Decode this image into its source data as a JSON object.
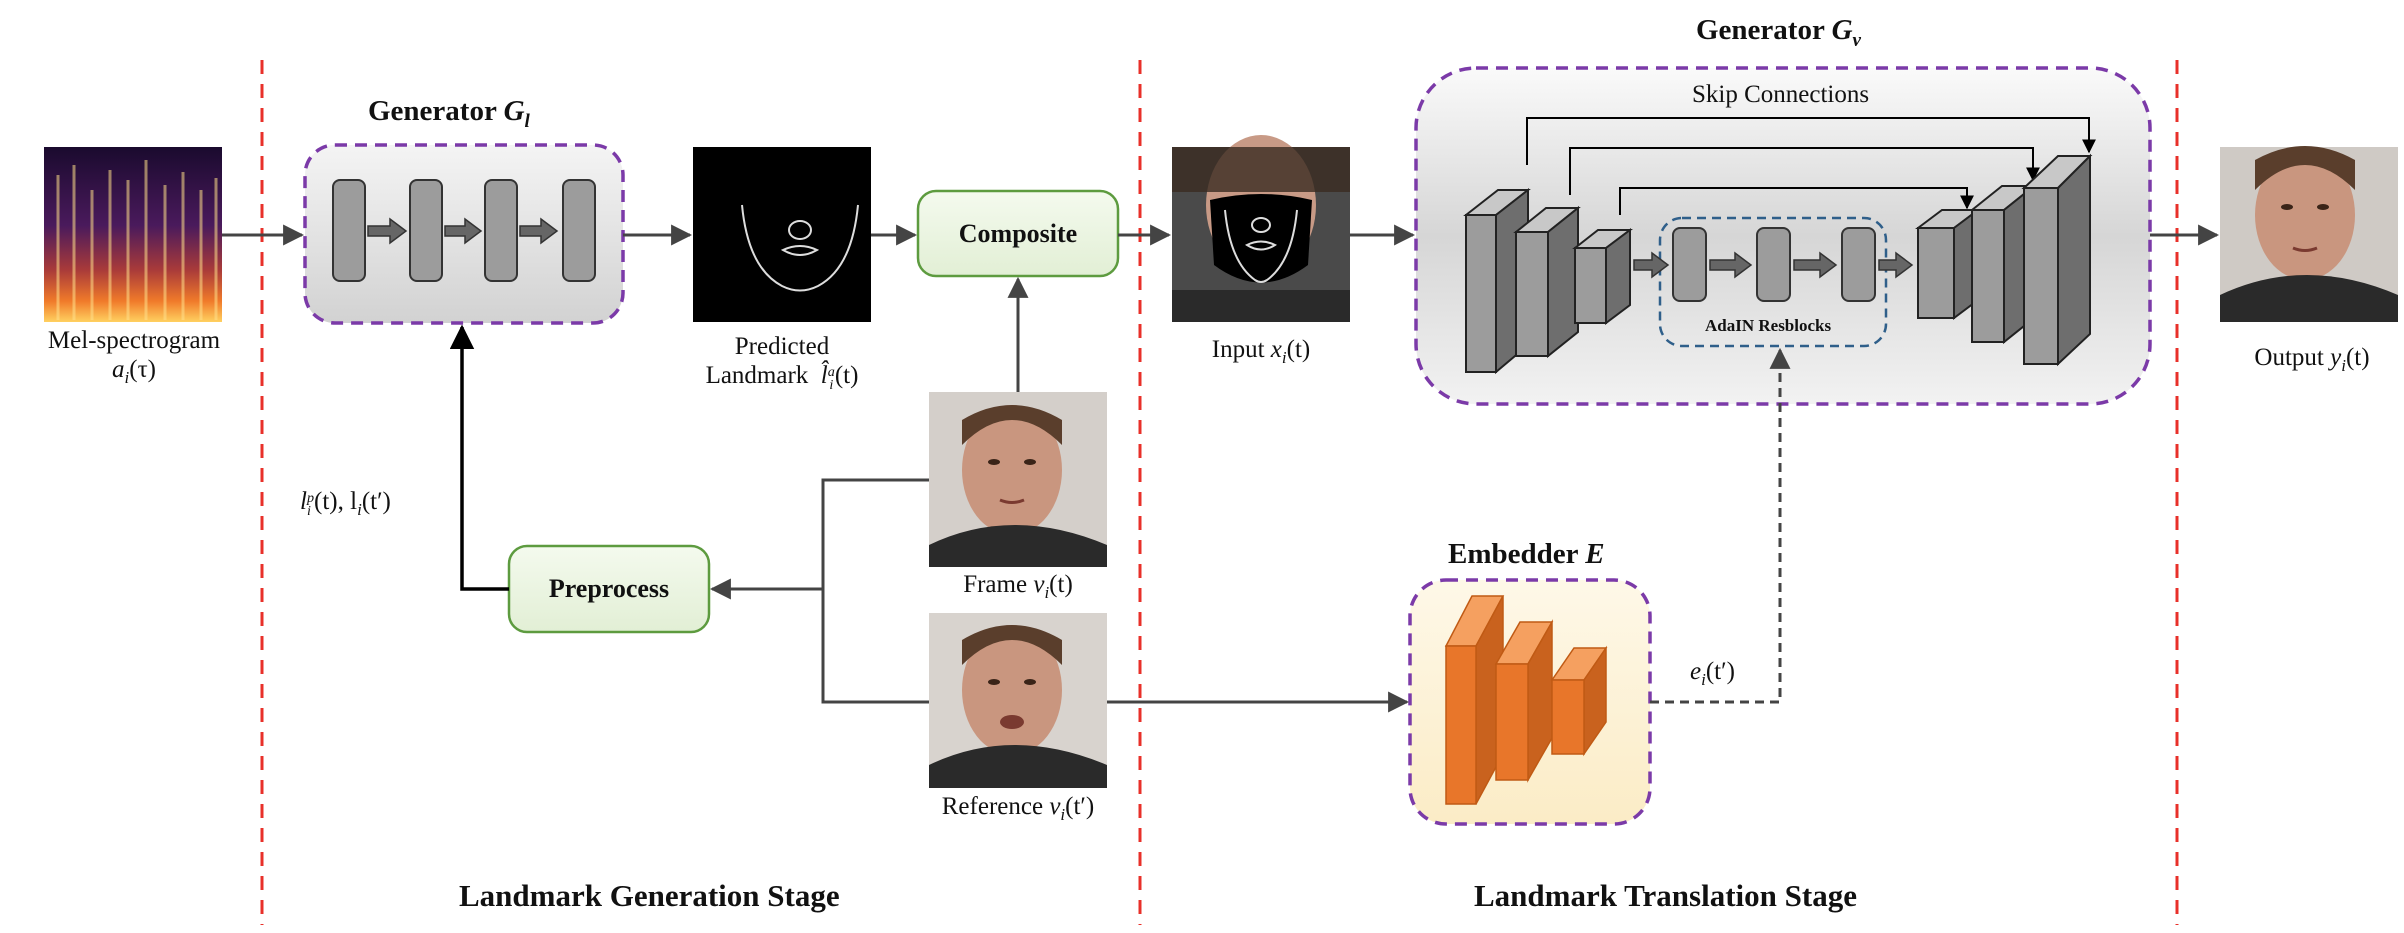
{
  "stages": {
    "left": "Landmark Generation Stage",
    "right": "Landmark Translation Stage"
  },
  "generator_l": {
    "title": "Generator",
    "symbol": "G",
    "subscript": "l"
  },
  "generator_v": {
    "title": "Generator",
    "symbol": "G",
    "subscript": "v"
  },
  "embedder": {
    "title": "Embedder",
    "symbol": "E"
  },
  "boxes": {
    "composite": "Composite",
    "preprocess": "Preprocess",
    "adain": "AdaIN Resblocks",
    "skip": "Skip Connections"
  },
  "labels": {
    "mel_name": "Mel-spectrogram",
    "mel_var": "a",
    "mel_sub": "i",
    "mel_arg": "(τ)",
    "predicted": "Predicted",
    "landmark_word": "Landmark",
    "landmark_var": "l̂",
    "landmark_sub": "i",
    "landmark_sup": "a",
    "landmark_arg": "(t)",
    "input_word": "Input",
    "input_var": "x",
    "input_sub": "i",
    "input_arg": "(t)",
    "output_word": "Output",
    "output_var": "y",
    "output_sub": "i",
    "output_arg": "(t)",
    "frame_word": "Frame",
    "frame_var": "v",
    "frame_sub": "i",
    "frame_arg": "(t)",
    "reference_word": "Reference",
    "reference_var": "v",
    "reference_sub": "i",
    "reference_arg": "(t′)",
    "lp_var": "l",
    "lp_sup": "p",
    "lp_sub": "i",
    "lp_rest": "(t), l",
    "lp_sub2": "i",
    "lp_arg2": "(t′)",
    "e_var": "e",
    "e_sub": "i",
    "e_arg": "(t′)"
  },
  "colors": {
    "stage_divider": "#e8302a",
    "generator_border": "#7b3aa8",
    "embedder_border": "#7b3aa8",
    "green_box_fill": "#eef6e6",
    "green_box_border": "#5d9b3f",
    "adain_border": "#2f5f8a",
    "block_gray": "#9c9c9c",
    "embedder_orange": "#e8762a",
    "embedder_fill": "#fdf3dc"
  }
}
